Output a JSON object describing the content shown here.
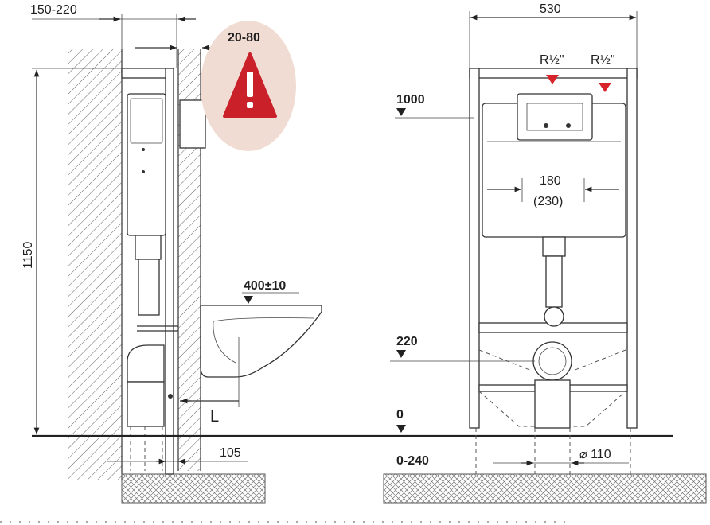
{
  "side_view": {
    "dim_wall_distance": "150-220",
    "dim_tile_thickness": "20-80",
    "dim_height": "1150",
    "dim_bowl_height": "400±10",
    "dim_L": "L",
    "dim_bottom_offset": "105"
  },
  "front_view": {
    "dim_width": "530",
    "connector_left": "R½\"",
    "connector_right": "R½\"",
    "level_cistern": "1000",
    "dim_spacing": "180",
    "dim_spacing_alt": "(230)",
    "level_outlet": "220",
    "level_floor": "0",
    "level_below": "0-240",
    "dim_pipe_diameter": "⌀ 110"
  },
  "colors": {
    "warning_red": "#c9202a",
    "warning_circle": "#f0dcd2",
    "marker_red": "#d8232a"
  },
  "icons": [
    "warning-icon"
  ]
}
